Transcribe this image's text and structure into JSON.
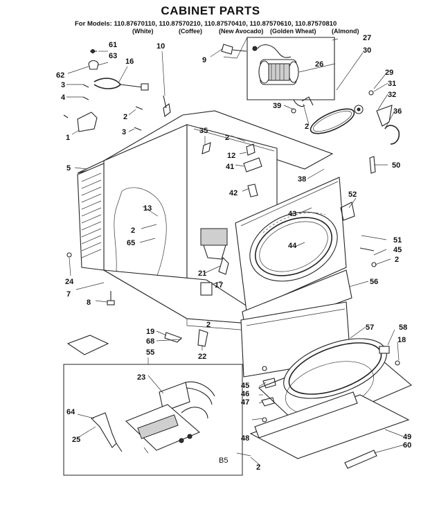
{
  "title": "CABINET PARTS",
  "models_line": "For Models: 110.87670110, 110.87570210, 110.87570410, 110.87570610, 110.87570810",
  "colors": [
    "(White)",
    "(Coffee)",
    "(New Avocado)",
    "(Golden Wheat)",
    "(Almond)"
  ],
  "inset_code": "B5",
  "callouts": [
    "1",
    "2",
    "2",
    "2",
    "2",
    "2",
    "2",
    "2",
    "3",
    "3",
    "4",
    "5",
    "7",
    "8",
    "9",
    "10",
    "12",
    "13",
    "16",
    "17",
    "18",
    "19",
    "21",
    "22",
    "23",
    "24",
    "25",
    "26",
    "27",
    "29",
    "30",
    "31",
    "32",
    "35",
    "36",
    "38",
    "39",
    "41",
    "42",
    "43",
    "44",
    "45",
    "45",
    "46",
    "47",
    "48",
    "49",
    "50",
    "51",
    "52",
    "55",
    "56",
    "57",
    "58",
    "60",
    "61",
    "62",
    "63",
    "64",
    "65",
    "68"
  ]
}
